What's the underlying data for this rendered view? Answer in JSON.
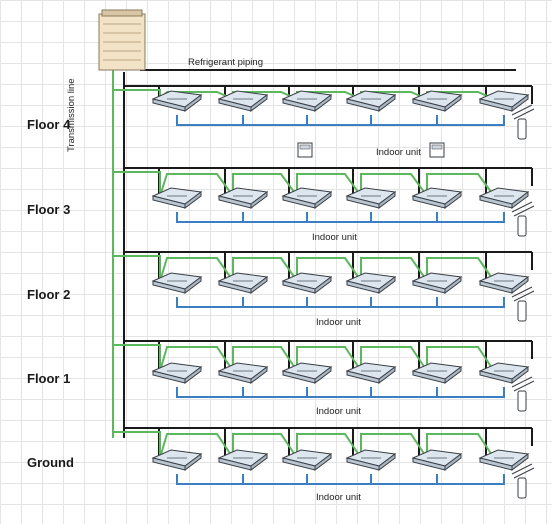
{
  "floors": [
    "Floor 4",
    "Floor 3",
    "Floor 2",
    "Floor 1",
    "Ground"
  ],
  "labels": {
    "refrigerant_piping": "Refrigerant piping",
    "transmission_line": "Transmission line",
    "indoor_unit": "Indoor unit"
  },
  "colors": {
    "refrigerant": "#5cb85c",
    "transmission": "#1a1a1a",
    "indoor_link": "#3a7fc1",
    "unit_fill": "#dde6ee",
    "outdoor_unit": "#f2e3c6"
  },
  "icons": {
    "outdoor": "outdoor-unit-icon",
    "indoor": "cassette-indoor-unit-icon",
    "controller": "wired-controller-icon",
    "remote": "wireless-remote-icon"
  }
}
